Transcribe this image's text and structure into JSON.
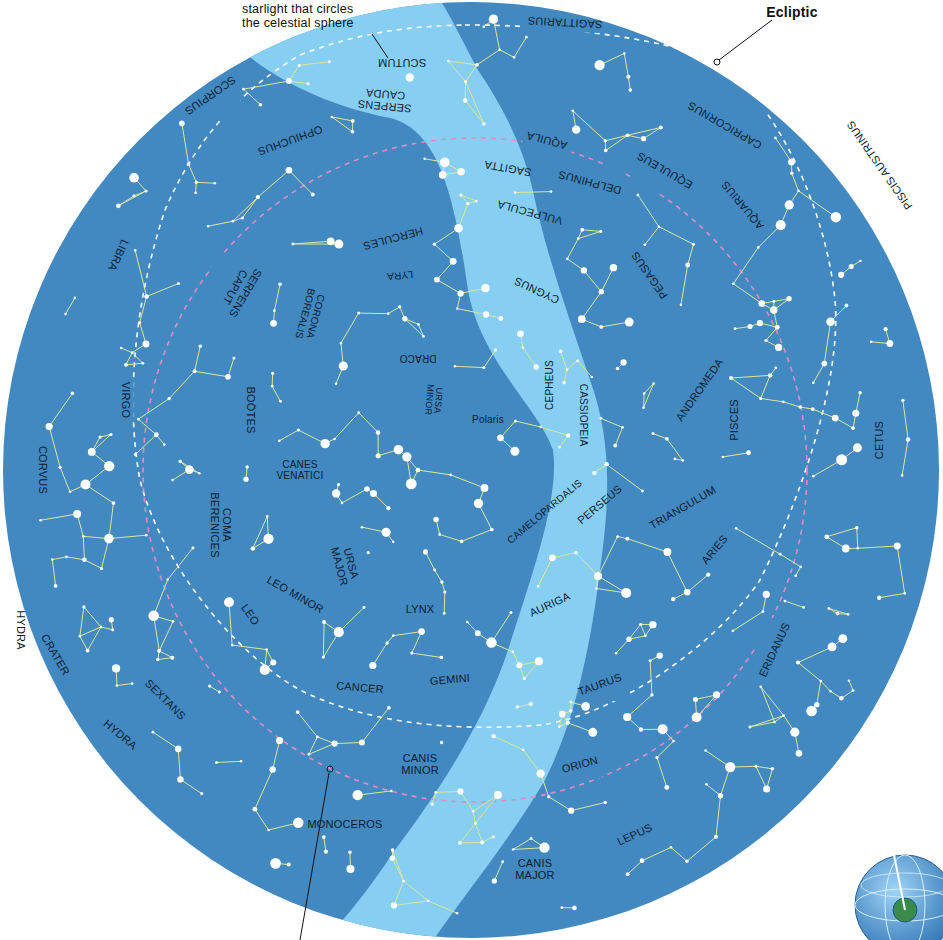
{
  "diagram": {
    "labels": [
      "SAGITTARIUS",
      "SCUTUM",
      "SERPENS CAUDA",
      "SCORPIUS",
      "CAPRICORNUS",
      "AQUILA",
      "PISCIS AUSTRINUS",
      "EQUULEUS",
      "AQUARIUS",
      "DELPHINUS",
      "SAGITTA",
      "OPHIUCHUS",
      "VULPECULA",
      "LIBRA",
      "HERCULES",
      "LYRA",
      "CYGNUS",
      "PEGASUS",
      "SERPENS CAPUT",
      "CORONA BOREALIS",
      "DRACO",
      "CEPHEUS",
      "URSA MINOR",
      "Polaris",
      "CASSIOPEIA",
      "ANDROMEDA",
      "PISCES",
      "CETUS",
      "VIRGO",
      "BOÖTES",
      "HYDRA",
      "CORVUS",
      "COMA BERENICES",
      "CANES VENATICI",
      "URSA MAJOR",
      "CAMELOPARDALIS",
      "PERSEUS",
      "TRIANGULUM",
      "ARIES",
      "LEO MINOR",
      "LEO",
      "LYNX",
      "AURIGA",
      "CRATER",
      "SEXTANS",
      "CANCER",
      "GEMINI",
      "TAURUS",
      "ERIDANUS",
      "HYDRA",
      "CANIS MINOR",
      "ORION",
      "MONOCEROS",
      "LEPUS",
      "CANIS MAJOR",
      "Ecliptic",
      "starlight that circles the celestial sphere"
    ]
  }
}
